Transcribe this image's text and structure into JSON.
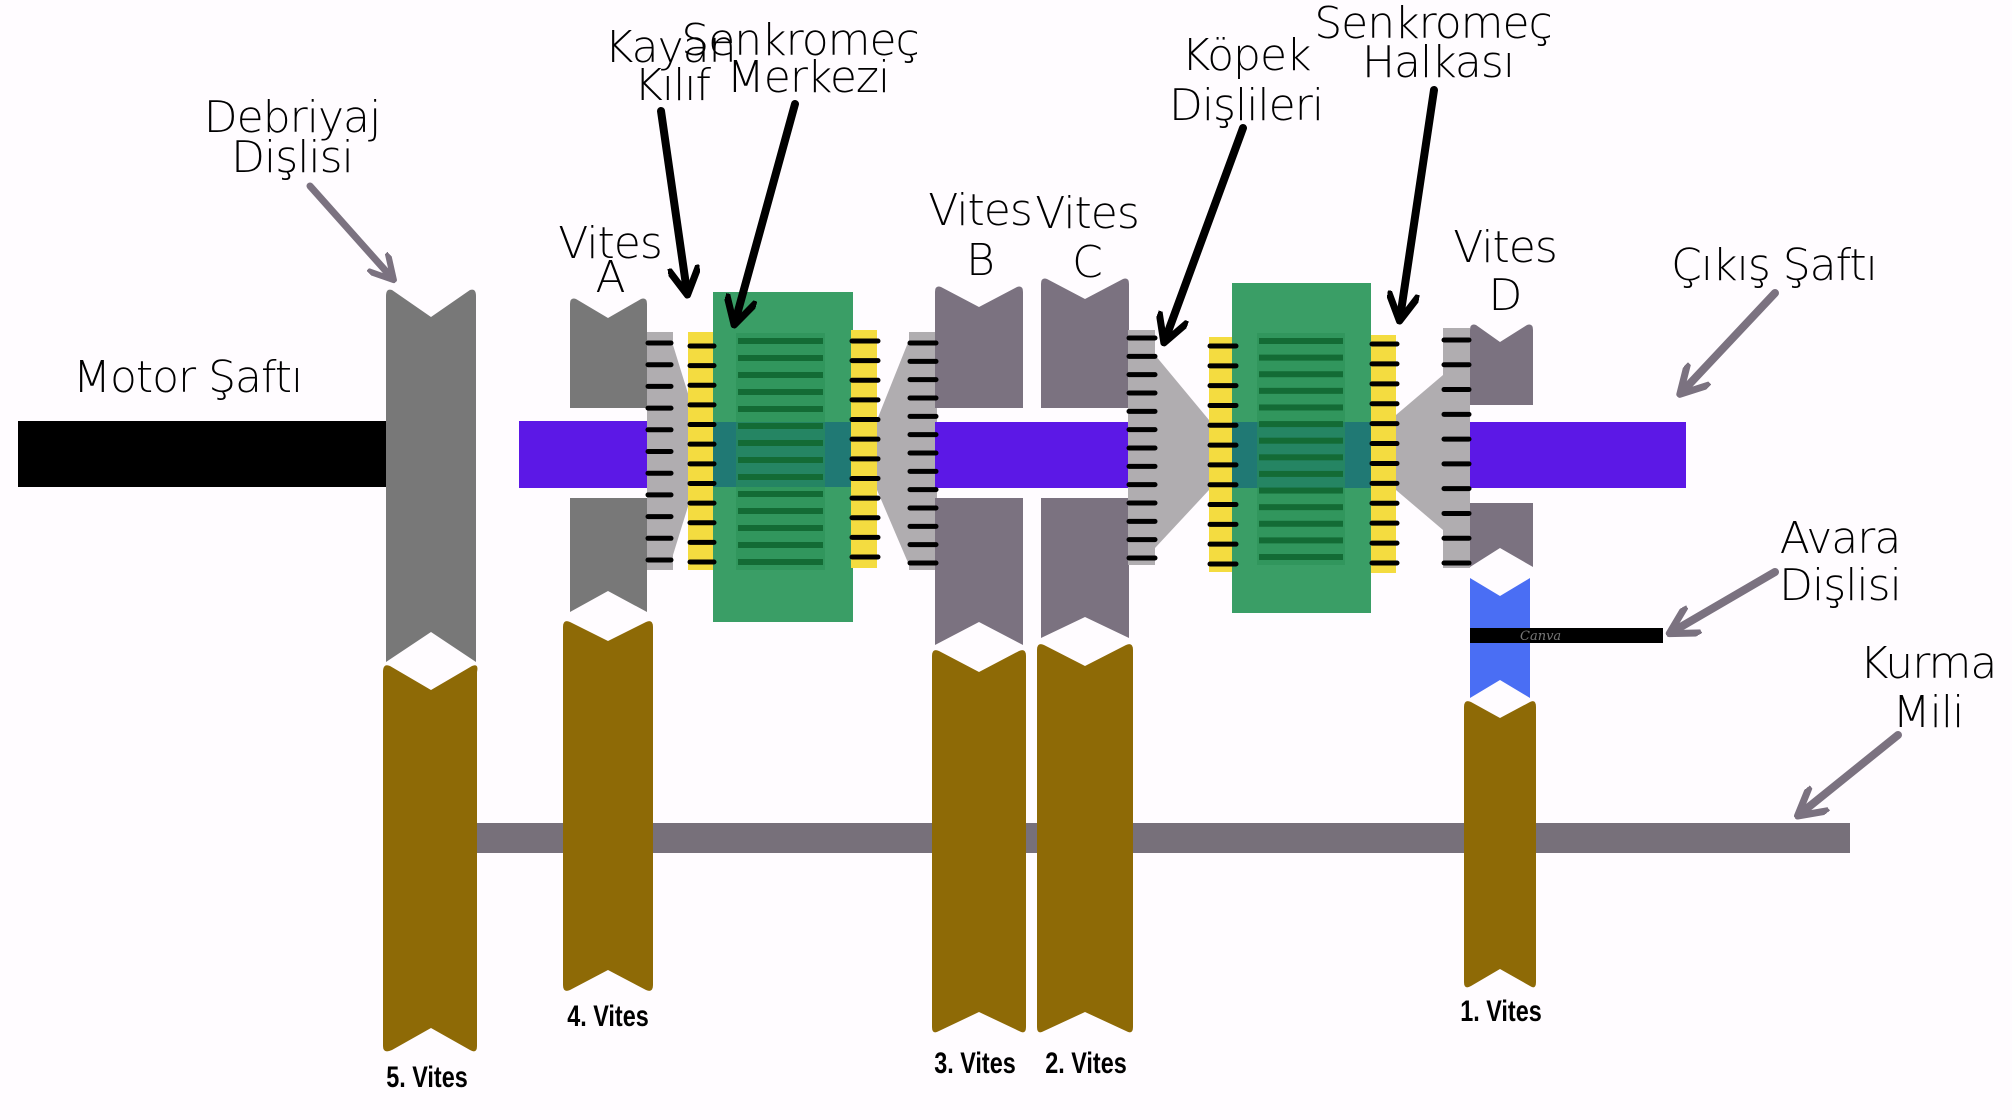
{
  "title": "Manuel Şanzıman Şeması",
  "colors": {
    "background": "#fffcff",
    "motor_shaft": "#000000",
    "output_shaft": "#5c18e6",
    "main_gear_gray": "#787878",
    "main_gear_mauve": "#7b7280",
    "counter_gear_brown": "#8e6a06",
    "counter_shaft": "#77707a",
    "sleeve_green": "#3a9e66",
    "hub_green": "#1f7f45",
    "shaft_overlay_teal": "#1a6f78",
    "sync_ring_yellow": "#f4dc40",
    "dog_teeth_gray": "#b0adb0",
    "idler_blue": "#4a6ef4",
    "label_arrow_black": "#000000",
    "label_arrow_gray": "#7b7280"
  },
  "labels": {
    "motor_shaft": "Motor Şaftı",
    "clutch_gear": [
      "Debriyaj",
      "Dişlisi"
    ],
    "sliding_sleeve": [
      "Kayan",
      "Kılıf"
    ],
    "sync_hub": [
      "Senkromeç",
      "Merkezi"
    ],
    "dog_teeth": [
      "Köpek",
      "Dişlileri"
    ],
    "sync_ring": [
      "Senkromeç",
      "Halkası"
    ],
    "output_shaft": "Çıkış Şaftı",
    "idler_gear": [
      "Avara",
      "Dişlisi"
    ],
    "countershaft": [
      "Kurma",
      "Mili"
    ],
    "gear_a": [
      "Vites",
      "A"
    ],
    "gear_b": [
      "Vites",
      "B"
    ],
    "gear_c": [
      "Vites",
      "C"
    ],
    "gear_d": [
      "Vites",
      "D"
    ]
  },
  "gear_labels": {
    "fifth": "5. Vites",
    "fourth": "4. Vites",
    "third": "3. Vites",
    "second": "2. Vites",
    "first": "1. Vites"
  },
  "watermark_small": "Canva"
}
